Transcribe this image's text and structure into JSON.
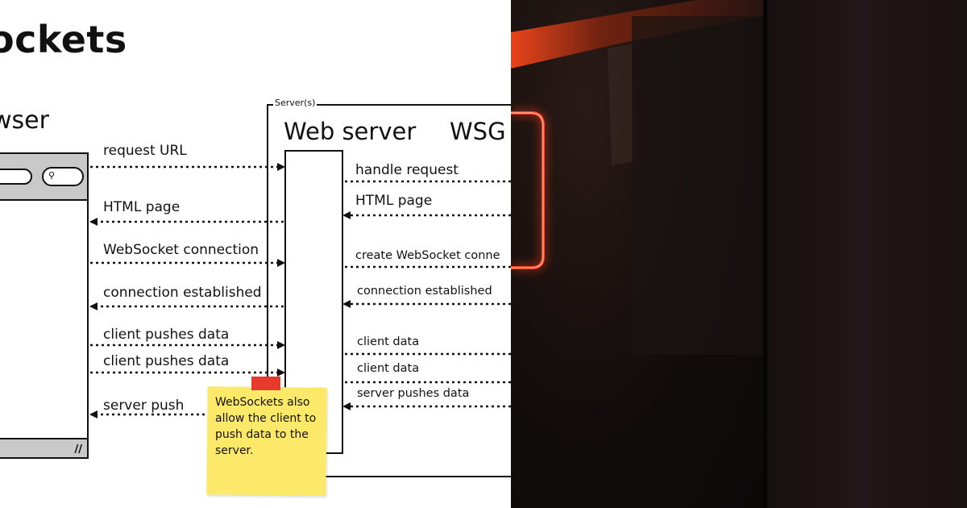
{
  "diagram": {
    "title": "ockets",
    "browser_label": "wser",
    "server_caption": "Server(s)",
    "webserver_label": "Web server",
    "wsgi_label": "WSG",
    "search_icon": "magnifier-icon",
    "resize_grip": "//",
    "left_messages": [
      "request URL",
      "HTML page",
      "WebSocket connection",
      "connection established",
      "client pushes data",
      "client pushes data",
      "server push"
    ],
    "right_messages": [
      "handle request",
      "HTML page",
      "create WebSocket conne",
      "connection established",
      "client data",
      "client data",
      "server pushes data"
    ],
    "note": "WebSockets also allow the client to push data to the server."
  },
  "colors": {
    "note_yellow": "#fce96a",
    "note_tape_red": "#e53a2c",
    "browser_chrome_gray": "#c9c9c9",
    "neon_red": "#ff3a1e"
  }
}
